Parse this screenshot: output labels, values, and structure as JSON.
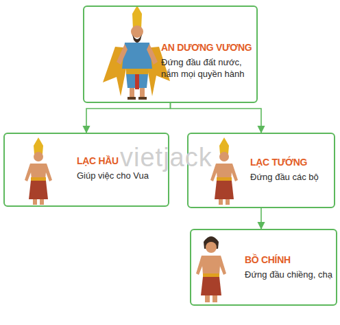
{
  "diagram": {
    "nodes": [
      {
        "text": [
          "AN DƯƠNG VƯƠNG",
          "Đứng đầu đất nước, nắm mọi quyền hành"
        ]
      },
      {
        "text": [
          "LẠC HẦU",
          "Giúp việc cho Vua"
        ]
      },
      {
        "text": [
          "LẠC TƯỚNG",
          "Đứng đầu các bộ"
        ]
      },
      {
        "text": [
          "BỒ CHÍNH",
          "Đứng đầu chiềng, chạ"
        ]
      }
    ],
    "edges": [
      {
        "from": 0,
        "to": 1,
        "arrow": "to"
      },
      {
        "from": 0,
        "to": 2,
        "arrow": "to"
      },
      {
        "from": 2,
        "to": 3,
        "arrow": "to"
      }
    ],
    "labels": [
      "vietjack"
    ]
  }
}
